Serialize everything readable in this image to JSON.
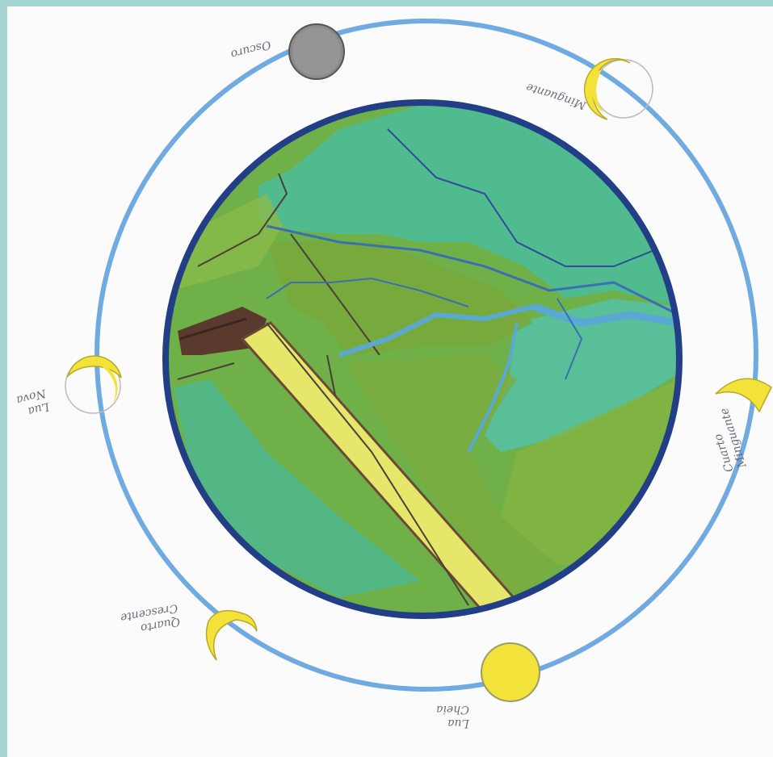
{
  "drawing": {
    "phases": {
      "oscuro": {
        "label": "Oscuro"
      },
      "minguante": {
        "label": "Minguante"
      },
      "cuarto_minguante": {
        "line1": "Cuarto",
        "line2": "Minguante"
      },
      "lua_cheia": {
        "line1": "Lua",
        "line2": "Cheia"
      },
      "quarto_crescente": {
        "line1": "Quarto",
        "line2": "Crescente"
      },
      "lua_nova": {
        "line1": "Lua",
        "line2": "Nova"
      }
    },
    "colors": {
      "border": "#a6d6d4",
      "orbit": "#5fa2de",
      "earth_outline": "#223e86",
      "green_dark": "#7fae3e",
      "green_light": "#47b78f",
      "river": "#5aa9d4",
      "road": "#e6e66a",
      "soil": "#5b3a2e",
      "moon_yellow": "#f2e23a",
      "moon_dark": "#8a8a8a"
    }
  }
}
